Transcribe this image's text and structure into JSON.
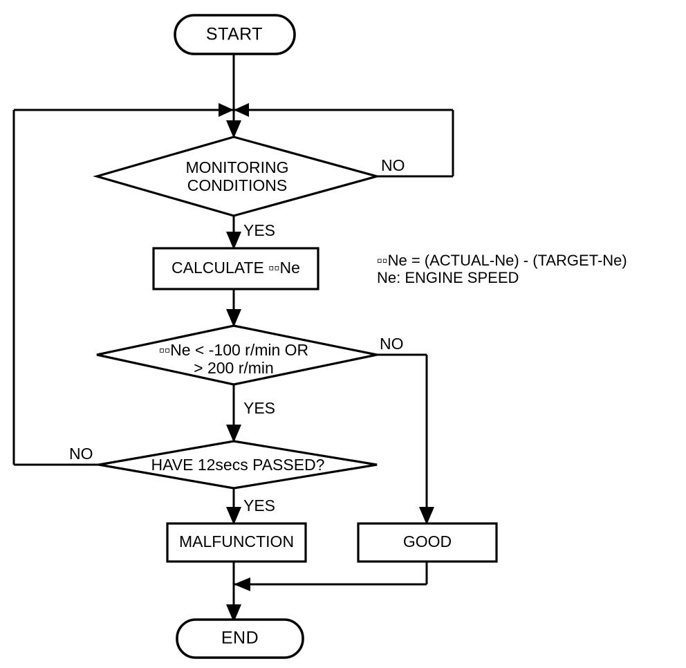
{
  "diagram": {
    "type": "flowchart",
    "title": "Engine speed deviation monitoring flowchart",
    "orientation": "top-to-bottom",
    "line_color": "#000000",
    "fill_color": "#ffffff",
    "background": "#ffffff"
  },
  "nodes": {
    "start": {
      "label": "START",
      "shape": "terminal"
    },
    "monitoring": {
      "label_line1": "MONITORING",
      "label_line2": "CONDITIONS",
      "shape": "decision"
    },
    "calculate": {
      "label": "CALCULATE  ▫▫Ne",
      "shape": "process"
    },
    "threshold": {
      "label_line1": "▫▫Ne < -100 r/min OR",
      "label_line2": "> 200 r/min",
      "shape": "decision"
    },
    "timer": {
      "label": "HAVE 12secs PASSED?",
      "shape": "decision"
    },
    "malfunction": {
      "label": "MALFUNCTION",
      "shape": "process"
    },
    "good": {
      "label": "GOOD",
      "shape": "process"
    },
    "end": {
      "label": "END",
      "shape": "terminal"
    }
  },
  "edge_labels": {
    "monitoring_no": "NO",
    "monitoring_yes": "YES",
    "threshold_no": "NO",
    "threshold_yes": "YES",
    "timer_no": "NO",
    "timer_yes": "YES"
  },
  "notes": {
    "formula": "▫▫Ne = (ACTUAL-Ne) - (TARGET-Ne)",
    "legend": "Ne: ENGINE SPEED"
  }
}
